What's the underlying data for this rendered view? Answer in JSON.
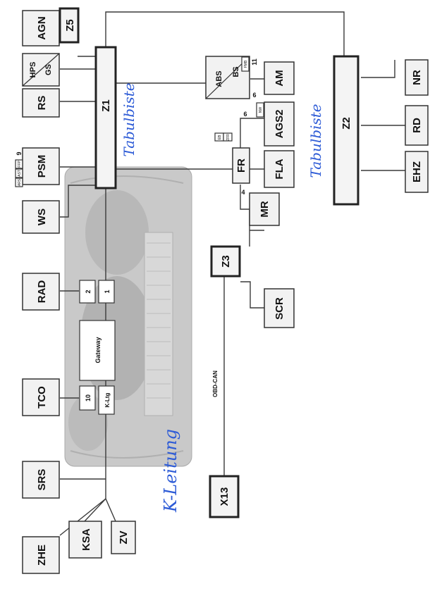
{
  "devices": {
    "agn": "AGN",
    "z5": "Z5",
    "hps": "HPS",
    "gs": "GS",
    "rs": "RS",
    "z1": "Z1",
    "psm": "PSM",
    "psm_tags": [
      "ARS",
      "AST",
      "FFP"
    ],
    "psm_num": "9",
    "ws": "WS",
    "rad": "RAD",
    "tco": "TCO",
    "srs": "SRS",
    "zhe": "ZHE",
    "ksa": "KSA",
    "zv": "ZV",
    "x13": "X13",
    "z3": "Z3",
    "scr": "SCR",
    "mr": "MR",
    "fr": "FR",
    "fr_tags": [
      "EB",
      "ZFR"
    ],
    "fla": "FLA",
    "ags2": "AGS2",
    "ags2_tag": "NW",
    "abs": "ABS",
    "bs": "BS",
    "bs_tag": "FMB",
    "am": "AM",
    "z2": "Z2",
    "nr": "NR",
    "rd": "RD",
    "ehz": "EHZ"
  },
  "numbers": {
    "n4": "4",
    "n6a": "6",
    "n6b": "6",
    "n11": "11"
  },
  "gateway": {
    "label": "Gateway",
    "p2": "2",
    "p1": "1",
    "p10": "10",
    "kl": "K-Ltg"
  },
  "bus": {
    "obd": "OBD-CAN"
  },
  "handwriting": {
    "z1_note": "Tabulbiste",
    "z2_note": "Tabulbiste",
    "kl_note": "K-Leitung"
  },
  "colors": {
    "ink": "#3a3a3a",
    "handwriting": "#2d5bd6"
  }
}
